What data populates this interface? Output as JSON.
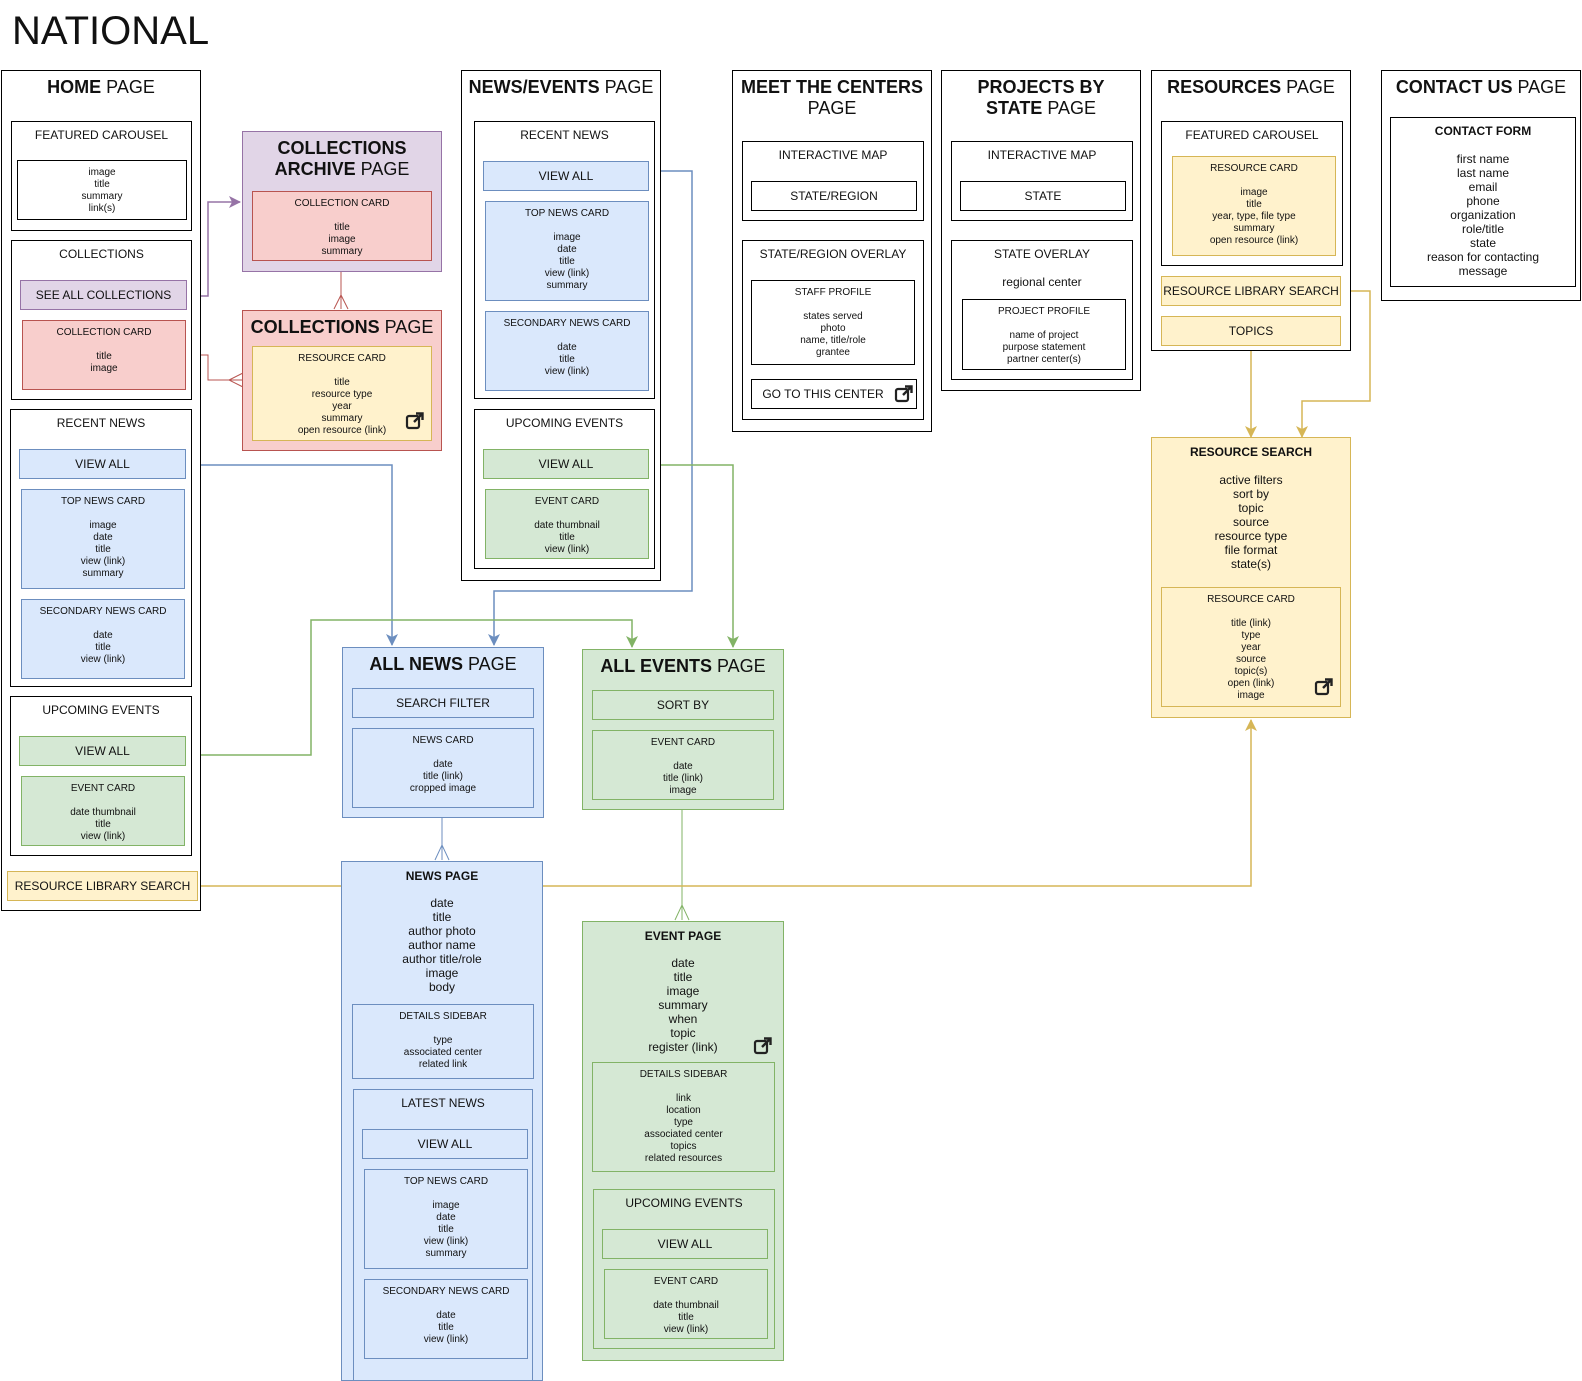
{
  "title": "NATIONAL",
  "home": {
    "title_bold": "HOME",
    "title_rest": " PAGE",
    "featured": {
      "label": "FEATURED CAROUSEL",
      "fields": "image\ntitle\nsummary\nlink(s)"
    },
    "collections": {
      "label": "COLLECTIONS",
      "see_all": "SEE ALL COLLECTIONS",
      "card_label": "COLLECTION CARD",
      "card_fields": "title\nimage"
    },
    "recent_news": {
      "label": "RECENT NEWS",
      "view_all": "VIEW ALL",
      "top_label": "TOP NEWS CARD",
      "top_fields": "image\ndate\ntitle\nview (link)\nsummary",
      "secondary_label": "SECONDARY NEWS CARD",
      "secondary_fields": "date\ntitle\nview (link)"
    },
    "upcoming": {
      "label": "UPCOMING EVENTS",
      "view_all": "VIEW ALL",
      "card_label": "EVENT CARD",
      "card_fields": "date thumbnail\ntitle\nview (link)"
    },
    "resource_search": "RESOURCE LIBRARY SEARCH"
  },
  "collections_archive": {
    "title_bold": "COLLECTIONS\nARCHIVE",
    "title_rest": " PAGE",
    "card_label": "COLLECTION CARD",
    "card_fields": "title\nimage\nsummary"
  },
  "collections_page": {
    "title_bold": "COLLECTIONS",
    "title_rest": " PAGE",
    "card_label": "RESOURCE CARD",
    "card_fields": "title\nresource type\nyear\nsummary\nopen resource (link)"
  },
  "news_events": {
    "title_bold": "NEWS/EVENTS",
    "title_rest": " PAGE",
    "recent_news": {
      "label": "RECENT NEWS",
      "view_all": "VIEW ALL",
      "top_label": "TOP NEWS CARD",
      "top_fields": "image\ndate\ntitle\nview (link)\nsummary",
      "secondary_label": "SECONDARY NEWS CARD",
      "secondary_fields": "date\ntitle\nview (link)"
    },
    "upcoming": {
      "label": "UPCOMING EVENTS",
      "view_all": "VIEW ALL",
      "card_label": "EVENT CARD",
      "card_fields": "date thumbnail\ntitle\nview (link)"
    }
  },
  "meet_centers": {
    "title_bold": "MEET THE CENTERS",
    "title_rest": "PAGE",
    "map_label": "INTERACTIVE MAP",
    "map_button": "STATE/REGION",
    "overlay_label": "STATE/REGION OVERLAY",
    "staff_label": "STAFF PROFILE",
    "staff_fields": "states served\nphoto\nname, title/role\ngrantee",
    "go_button": "GO TO THIS CENTER"
  },
  "projects_state": {
    "title_bold": "PROJECTS BY\nSTATE",
    "title_rest": " PAGE",
    "map_label": "INTERACTIVE MAP",
    "map_button": "STATE",
    "overlay_label": "STATE OVERLAY",
    "overlay_sub": "regional center",
    "profile_label": "PROJECT PROFILE",
    "profile_fields": "name of project\npurpose statement\npartner center(s)"
  },
  "resources": {
    "title_bold": "RESOURCES",
    "title_rest": " PAGE",
    "featured_label": "FEATURED CAROUSEL",
    "card_label": "RESOURCE CARD",
    "card_fields": "image\ntitle\nyear, type, file type\nsummary\nopen resource (link)",
    "library_search": "RESOURCE LIBRARY SEARCH",
    "topics": "TOPICS"
  },
  "contact": {
    "title_bold": "CONTACT US",
    "title_rest": " PAGE",
    "form_label": "CONTACT FORM",
    "form_fields": "first name\nlast name\nemail\nphone\norganization\nrole/title\nstate\nreason for contacting\nmessage"
  },
  "resource_search": {
    "title": "RESOURCE SEARCH",
    "fields": "active filters\nsort by\ntopic\nsource\nresource type\nfile format\nstate(s)",
    "card_label": "RESOURCE CARD",
    "card_fields": "title (link)\ntype\nyear\nsource\ntopic(s)\nopen (link)\nimage"
  },
  "all_news": {
    "title_bold": "ALL NEWS",
    "title_rest": " PAGE",
    "filter": "SEARCH FILTER",
    "card_label": "NEWS CARD",
    "card_fields": "date\ntitle (link)\ncropped image"
  },
  "all_events": {
    "title_bold": "ALL EVENTS",
    "title_rest": " PAGE",
    "sort": "SORT BY",
    "card_label": "EVENT CARD",
    "card_fields": "date\ntitle (link)\nimage"
  },
  "news_page": {
    "title": "NEWS PAGE",
    "fields": "date\ntitle\nauthor photo\nauthor name\nauthor title/role\nimage\nbody",
    "sidebar_label": "DETAILS SIDEBAR",
    "sidebar_fields": "type\nassociated center\nrelated link",
    "latest": {
      "label": "LATEST NEWS",
      "view_all": "VIEW ALL",
      "top_label": "TOP NEWS CARD",
      "top_fields": "image\ndate\ntitle\nview (link)\nsummary",
      "secondary_label": "SECONDARY NEWS CARD",
      "secondary_fields": "date\ntitle\nview (link)"
    }
  },
  "event_page": {
    "title": "EVENT PAGE",
    "fields": "date\ntitle\nimage\nsummary\nwhen\ntopic\nregister (link)",
    "sidebar_label": "DETAILS SIDEBAR",
    "sidebar_fields": "link\nlocation\ntype\nassociated center\ntopics\nrelated resources",
    "upcoming": {
      "label": "UPCOMING EVENTS",
      "view_all": "VIEW ALL",
      "card_label": "EVENT CARD",
      "card_fields": "date thumbnail\ntitle\nview (link)"
    }
  },
  "colors": {
    "blue": "#6c8ebf",
    "green": "#82b366",
    "yellow": "#d6b656",
    "red": "#b85450",
    "purple": "#9673a6"
  }
}
